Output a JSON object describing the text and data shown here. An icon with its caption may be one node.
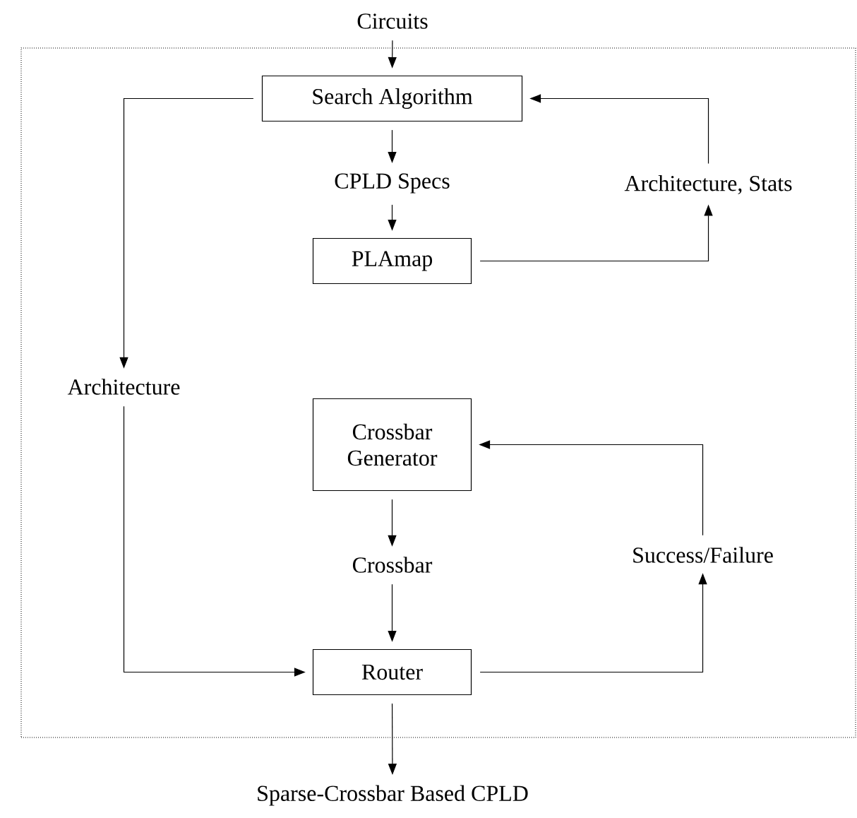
{
  "diagram": {
    "nodes": [
      {
        "text": [],
        "shape": "box"
      },
      {
        "text": [
          "Circuits"
        ]
      },
      {
        "text": [
          "Search Algorithm"
        ],
        "in": 0
      },
      {
        "text": [
          "CPLD Specs"
        ],
        "in": 0
      },
      {
        "text": [
          "Architecture, Stats"
        ],
        "in": 0
      },
      {
        "text": [
          "PLAmap"
        ],
        "in": 0
      },
      {
        "text": [
          "Architecture"
        ],
        "in": 0
      },
      {
        "text": [
          "Crossbar Generator"
        ],
        "in": 0
      },
      {
        "text": [
          "Crossbar"
        ],
        "in": 0
      },
      {
        "text": [
          "Success/Failure"
        ],
        "in": 0
      },
      {
        "text": [
          "Router"
        ],
        "in": 0
      },
      {
        "text": [
          "Sparse-Crossbar Based CPLD"
        ]
      }
    ],
    "edges": [
      {
        "from": 1,
        "to": 2,
        "arrow": "to"
      },
      {
        "from": 2,
        "to": 3,
        "arrow": "to"
      },
      {
        "from": 3,
        "to": 5,
        "arrow": "to"
      },
      {
        "from": 5,
        "to": 4,
        "arrow": "to"
      },
      {
        "from": 4,
        "to": 2,
        "arrow": "to"
      },
      {
        "from": 2,
        "to": 6,
        "arrow": "to"
      },
      {
        "from": 6,
        "to": 10,
        "arrow": "to"
      },
      {
        "from": 7,
        "to": 8,
        "arrow": "to"
      },
      {
        "from": 8,
        "to": 10,
        "arrow": "to"
      },
      {
        "from": 10,
        "to": 9,
        "arrow": "to"
      },
      {
        "from": 9,
        "to": 7,
        "arrow": "to"
      },
      {
        "from": 10,
        "to": 11,
        "arrow": "to"
      }
    ]
  }
}
